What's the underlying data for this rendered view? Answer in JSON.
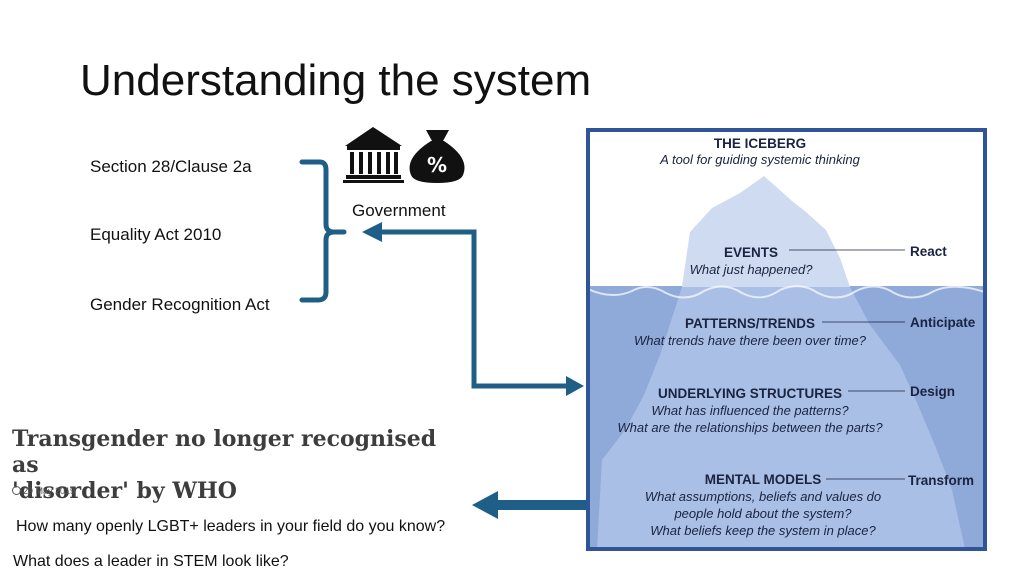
{
  "slide": {
    "title": "Understanding the system"
  },
  "laws": [
    "Section 28/Clause 2a",
    "Equality Act 2010",
    "Gender Recognition Act"
  ],
  "government": {
    "label": "Government",
    "icons": [
      "government-building-icon",
      "money-bag-percent-icon"
    ],
    "money_symbol": "%"
  },
  "iceberg": {
    "title": "THE ICEBERG",
    "subtitle": "A tool for guiding systemic thinking",
    "levels": [
      {
        "heading": "EVENTS",
        "questions": [
          "What just happened?"
        ],
        "action": "React"
      },
      {
        "heading": "PATTERNS/TRENDS",
        "questions": [
          "What trends have there been over time?"
        ],
        "action": "Anticipate"
      },
      {
        "heading": "UNDERLYING STRUCTURES",
        "questions": [
          "What has influenced the patterns?",
          "What are the relationships between the parts?"
        ],
        "action": "Design"
      },
      {
        "heading": "MENTAL MODELS",
        "questions": [
          "What assumptions, beliefs and values do",
          "people hold about the system?",
          "What beliefs keep the system in place?"
        ],
        "action": "Transform"
      }
    ],
    "colors": {
      "frame": "#2f5597",
      "sky": "#ffffff",
      "water": "#8fa9d9",
      "ice_top": "#cfdbf0",
      "ice_under": "#a9bfe6"
    }
  },
  "news": {
    "headline_line1": "Transgender no longer recognised as",
    "headline_line2": "'disorder' by WHO",
    "date": "29 May 2019"
  },
  "questions": [
    "How many openly LGBT+ leaders in your field do you know?",
    "What does a leader in STEM look like?"
  ],
  "colors": {
    "bracket": "#1f5f87",
    "arrow": "#1f5f87"
  }
}
